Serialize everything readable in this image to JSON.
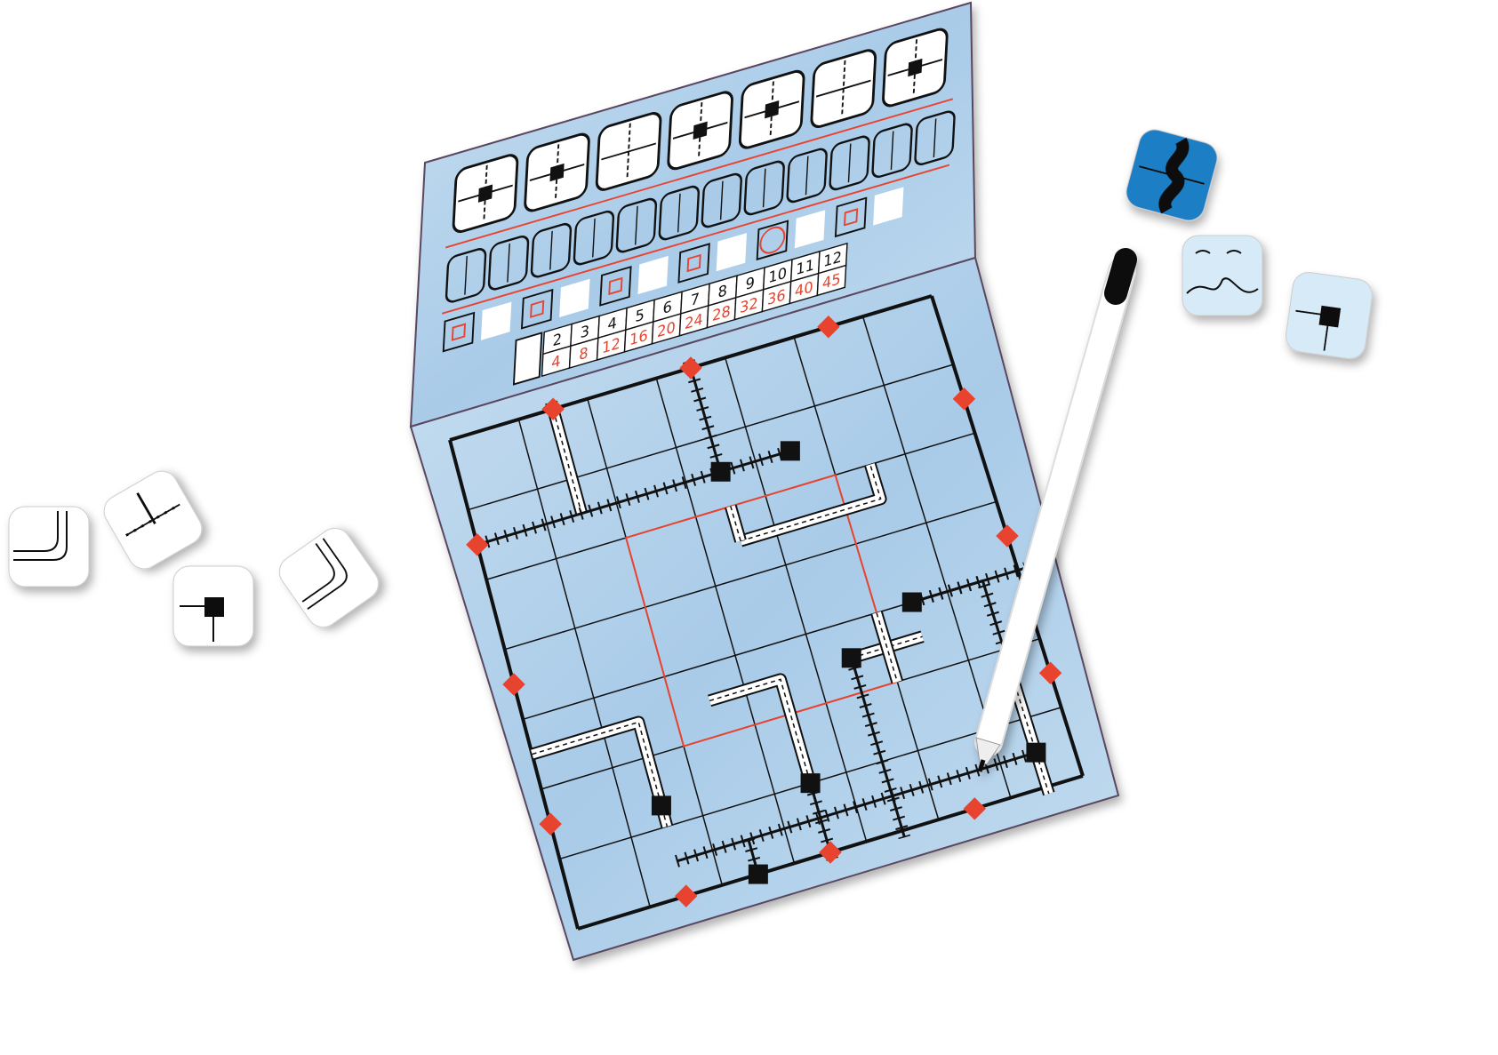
{
  "colors": {
    "board": "#bcd8ee",
    "board_dark": "#9fc4e3",
    "accent_red": "#e8432e",
    "ink": "#111111",
    "die_blue": "#1a7fc6"
  },
  "scoring_table": {
    "counts": [
      "2",
      "3",
      "4",
      "5",
      "6",
      "7",
      "8",
      "9",
      "10",
      "11",
      "12"
    ],
    "points": [
      "4",
      "8",
      "12",
      "16",
      "20",
      "24",
      "28",
      "32",
      "36",
      "40",
      "45"
    ]
  },
  "grid": {
    "rows": 7,
    "cols": 7
  },
  "dice": [
    {
      "icon": "road-curve-die"
    },
    {
      "icon": "rail-cross-die"
    },
    {
      "icon": "station-die"
    },
    {
      "icon": "road-curve-double-die"
    },
    {
      "icon": "river-die-blue"
    },
    {
      "icon": "lake-die"
    },
    {
      "icon": "river-station-die"
    }
  ],
  "pen": {
    "icon": "marker-pen"
  }
}
